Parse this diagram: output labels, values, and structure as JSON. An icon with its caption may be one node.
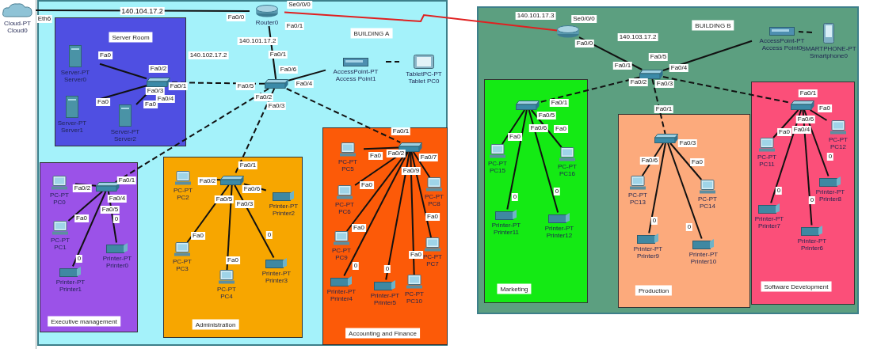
{
  "diagram": {
    "nodes": [
      {
        "text": [
          "Cloud-PT Cloud0"
        ]
      },
      {
        "text": [
          "BUILDING A"
        ]
      },
      {
        "text": [
          "Router0"
        ],
        "in": 1
      },
      {
        "text": [
          "Server Room"
        ],
        "in": 1
      },
      {
        "text": [],
        "shape": "box",
        "in": 3
      },
      {
        "text": [
          "Server-PT Server0"
        ],
        "in": 3
      },
      {
        "text": [
          "Server-PT Server1"
        ],
        "in": 3
      },
      {
        "text": [
          "Server-PT Server2"
        ],
        "in": 3
      },
      {
        "text": [],
        "shape": "box",
        "in": 1
      },
      {
        "text": [
          "AccessPoint-PT Access Point1"
        ],
        "in": 1
      },
      {
        "text": [
          "TabletPC-PT Tablet PC0"
        ],
        "in": 1
      },
      {
        "text": [
          "Executive management"
        ],
        "in": 1
      },
      {
        "text": [],
        "shape": "box",
        "in": 11
      },
      {
        "text": [
          "PC-PT PC0"
        ],
        "in": 11
      },
      {
        "text": [
          "PC-PT PC1"
        ],
        "in": 11
      },
      {
        "text": [
          "Printer-PT Printer1"
        ],
        "in": 11
      },
      {
        "text": [
          "Printer-PT Printer0"
        ],
        "in": 11
      },
      {
        "text": [
          "Administration"
        ],
        "in": 1
      },
      {
        "text": [],
        "shape": "box",
        "in": 17
      },
      {
        "text": [
          "PC-PT PC2"
        ],
        "in": 17
      },
      {
        "text": [
          "PC-PT PC3"
        ],
        "in": 17
      },
      {
        "text": [
          "PC-PT PC4"
        ],
        "in": 17
      },
      {
        "text": [
          "Printer-PT Printer3"
        ],
        "in": 17
      },
      {
        "text": [
          "Printer-PT Printer2"
        ],
        "in": 17
      },
      {
        "text": [
          "Accounting and Finance"
        ],
        "in": 1
      },
      {
        "text": [],
        "shape": "box",
        "in": 24
      },
      {
        "text": [
          "PC-PT PC5"
        ],
        "in": 24
      },
      {
        "text": [
          "PC-PT PC6"
        ],
        "in": 24
      },
      {
        "text": [
          "PC-PT PC9"
        ],
        "in": 24
      },
      {
        "text": [
          "Printer-PT Printer4"
        ],
        "in": 24
      },
      {
        "text": [
          "Printer-PT Printer5"
        ],
        "in": 24
      },
      {
        "text": [
          "PC-PT PC10"
        ],
        "in": 24
      },
      {
        "text": [
          "PC-PT PC7"
        ],
        "in": 24
      },
      {
        "text": [
          "PC-PT PC8"
        ],
        "in": 24
      },
      {
        "text": [
          "BUILDING B"
        ]
      },
      {
        "text": [],
        "shape": "cylinder",
        "in": 34
      },
      {
        "text": [],
        "shape": "box",
        "in": 34
      },
      {
        "text": [
          "AccessPoint-PT Access Point0"
        ],
        "in": 34
      },
      {
        "text": [
          "SMARTPHONE-PT Smartphone0"
        ],
        "in": 34
      },
      {
        "text": [
          "Marketing"
        ],
        "in": 34
      },
      {
        "text": [],
        "shape": "box",
        "in": 39
      },
      {
        "text": [
          "PC-PT PC15"
        ],
        "in": 39
      },
      {
        "text": [
          "PC-PT PC16"
        ],
        "in": 39
      },
      {
        "text": [
          "Printer-PT Printer11"
        ],
        "in": 39
      },
      {
        "text": [
          "Printer-PT Printer12"
        ],
        "in": 39
      },
      {
        "text": [
          "Production"
        ],
        "in": 34
      },
      {
        "text": [],
        "shape": "box",
        "in": 45
      },
      {
        "text": [
          "PC-PT PC13"
        ],
        "in": 45
      },
      {
        "text": [
          "PC-PT PC14"
        ],
        "in": 45
      },
      {
        "text": [
          "Printer-PT Printer9"
        ],
        "in": 45
      },
      {
        "text": [
          "Printer-PT Printer10"
        ],
        "in": 45
      },
      {
        "text": [
          "Software Development"
        ],
        "in": 34
      },
      {
        "text": [],
        "shape": "box",
        "in": 51
      },
      {
        "text": [
          "PC-PT PC11"
        ],
        "in": 51
      },
      {
        "text": [
          "PC-PT PC12"
        ],
        "in": 51
      },
      {
        "text": [
          "Printer-PT Printer7"
        ],
        "in": 51
      },
      {
        "text": [
          "Printer-PT Printer6"
        ],
        "in": 51
      },
      {
        "text": [
          "Printer-PT Printer8"
        ],
        "in": 51
      }
    ],
    "edges": [
      {
        "from": 0,
        "to": 2,
        "arrow": "none",
        "label": "140.104.17.2"
      },
      {
        "from": 2,
        "to": 35,
        "arrow": "none",
        "color": "#e02020"
      },
      {
        "from": 2,
        "to": 8,
        "arrow": "none"
      },
      {
        "from": 8,
        "to": 4,
        "arrow": "none",
        "style": "dashed"
      },
      {
        "from": 8,
        "to": 9,
        "arrow": "none"
      },
      {
        "from": 9,
        "to": 10,
        "arrow": "none",
        "style": "dashed"
      },
      {
        "from": 8,
        "to": 12,
        "arrow": "none",
        "style": "dashed"
      },
      {
        "from": 8,
        "to": 18,
        "arrow": "none",
        "style": "dashed"
      },
      {
        "from": 8,
        "to": 25,
        "arrow": "none",
        "style": "dashed"
      },
      {
        "from": 4,
        "to": 5,
        "arrow": "none"
      },
      {
        "from": 4,
        "to": 6,
        "arrow": "none"
      },
      {
        "from": 4,
        "to": 7,
        "arrow": "none"
      },
      {
        "from": 12,
        "to": 13,
        "arrow": "none"
      },
      {
        "from": 12,
        "to": 14,
        "arrow": "none"
      },
      {
        "from": 12,
        "to": 15,
        "arrow": "none"
      },
      {
        "from": 12,
        "to": 16,
        "arrow": "none"
      },
      {
        "from": 18,
        "to": 19,
        "arrow": "none"
      },
      {
        "from": 18,
        "to": 20,
        "arrow": "none"
      },
      {
        "from": 18,
        "to": 21,
        "arrow": "none"
      },
      {
        "from": 18,
        "to": 22,
        "arrow": "none"
      },
      {
        "from": 18,
        "to": 23,
        "arrow": "none"
      },
      {
        "from": 25,
        "to": 26,
        "arrow": "none"
      },
      {
        "from": 25,
        "to": 27,
        "arrow": "none"
      },
      {
        "from": 25,
        "to": 28,
        "arrow": "none"
      },
      {
        "from": 25,
        "to": 29,
        "arrow": "none"
      },
      {
        "from": 25,
        "to": 30,
        "arrow": "none"
      },
      {
        "from": 25,
        "to": 31,
        "arrow": "none"
      },
      {
        "from": 25,
        "to": 32,
        "arrow": "none"
      },
      {
        "from": 25,
        "to": 33,
        "arrow": "none"
      },
      {
        "from": 35,
        "to": 36,
        "arrow": "none"
      },
      {
        "from": 36,
        "to": 37,
        "arrow": "none"
      },
      {
        "from": 37,
        "to": 38,
        "arrow": "none",
        "style": "dashed"
      },
      {
        "from": 36,
        "to": 40,
        "arrow": "none",
        "style": "dashed"
      },
      {
        "from": 36,
        "to": 46,
        "arrow": "none",
        "style": "dashed"
      },
      {
        "from": 36,
        "to": 52,
        "arrow": "none",
        "style": "dashed"
      },
      {
        "from": 40,
        "to": 41,
        "arrow": "none"
      },
      {
        "from": 40,
        "to": 42,
        "arrow": "none"
      },
      {
        "from": 40,
        "to": 43,
        "arrow": "none"
      },
      {
        "from": 40,
        "to": 44,
        "arrow": "none"
      },
      {
        "from": 46,
        "to": 47,
        "arrow": "none"
      },
      {
        "from": 46,
        "to": 48,
        "arrow": "none"
      },
      {
        "from": 46,
        "to": 49,
        "arrow": "none"
      },
      {
        "from": 46,
        "to": 50,
        "arrow": "none"
      },
      {
        "from": 52,
        "to": 53,
        "arrow": "none"
      },
      {
        "from": 52,
        "to": 54,
        "arrow": "none"
      },
      {
        "from": 52,
        "to": 55,
        "arrow": "none"
      },
      {
        "from": 52,
        "to": 56,
        "arrow": "none"
      },
      {
        "from": 52,
        "to": 57,
        "arrow": "none"
      }
    ],
    "labels": [
      "Eth6",
      "Se0/0/0",
      "Fa0/0",
      "Fa0/1",
      "140.101.17.2",
      "140.102.17.2",
      "Fa0/1",
      "Fa0/6",
      "Fa0/5",
      "Fa0/4",
      "Fa0/2",
      "Fa0/3",
      "Fa0",
      "Fa0/2",
      "Fa0/1",
      "Fa0/3",
      "Fa0/4",
      "Fa0",
      "Fa0",
      "Fa0/2",
      "Fa0/1",
      "Fa0/4",
      "Fa0/5",
      "Fa0",
      "0",
      "0",
      "Fa0/1",
      "Fa0/2",
      "Fa0/6",
      "Fa0/5",
      "Fa0/3",
      "Fa0",
      "Fa0",
      "0",
      "Fa0/1",
      "Fa0",
      "Fa0/2",
      "Fa0/7",
      "Fa0/9",
      "Fa0",
      "Fa0",
      "0",
      "0",
      "Fa0",
      "Fa0",
      "140.101.17.3",
      "Se0/0/0",
      "Fa0/0",
      "140.103.17.2",
      "Fa0/1",
      "Fa0/5",
      "Fa0/4",
      "Fa0/2",
      "Fa0/3",
      "Fa0/1",
      "Fa0/5",
      "Fa0/6",
      "Fa0",
      "Fa0",
      "0",
      "0",
      "Fa0/1",
      "Fa0/3",
      "Fa0/6",
      "Fa0",
      "0",
      "0",
      "Fa0/1",
      "Fa0",
      "Fa0/6",
      "Fa0/4",
      "Fa0",
      "0",
      "0",
      "0"
    ]
  }
}
